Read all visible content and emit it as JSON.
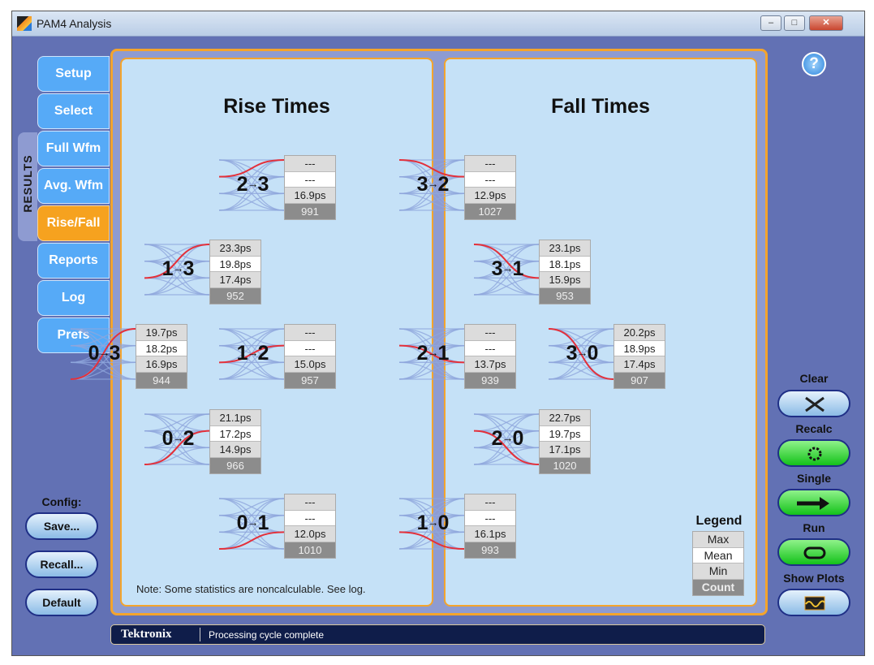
{
  "window": {
    "title": "PAM4 Analysis",
    "minimize": "–",
    "maximize": "□",
    "close": "✕"
  },
  "results_label": "RESULTS",
  "tabs": [
    {
      "label": "Setup"
    },
    {
      "label": "Select"
    },
    {
      "label": "Full Wfm"
    },
    {
      "label": "Avg. Wfm"
    },
    {
      "label": "Rise/Fall",
      "active": true
    },
    {
      "label": "Reports"
    },
    {
      "label": "Log"
    },
    {
      "label": "Prefs"
    }
  ],
  "rise": {
    "title": "Rise Times",
    "note": "Note: Some statistics are noncalculable. See log.",
    "cells": [
      {
        "from": 2,
        "to": 3,
        "max": "---",
        "mean": "---",
        "min": "16.9ps",
        "count": "991"
      },
      {
        "from": 1,
        "to": 3,
        "max": "23.3ps",
        "mean": "19.8ps",
        "min": "17.4ps",
        "count": "952"
      },
      {
        "from": 0,
        "to": 3,
        "max": "19.7ps",
        "mean": "18.2ps",
        "min": "16.9ps",
        "count": "944"
      },
      {
        "from": 1,
        "to": 2,
        "max": "---",
        "mean": "---",
        "min": "15.0ps",
        "count": "957"
      },
      {
        "from": 0,
        "to": 2,
        "max": "21.1ps",
        "mean": "17.2ps",
        "min": "14.9ps",
        "count": "966"
      },
      {
        "from": 0,
        "to": 1,
        "max": "---",
        "mean": "---",
        "min": "12.0ps",
        "count": "1010"
      }
    ]
  },
  "fall": {
    "title": "Fall Times",
    "cells": [
      {
        "from": 3,
        "to": 2,
        "max": "---",
        "mean": "---",
        "min": "12.9ps",
        "count": "1027"
      },
      {
        "from": 3,
        "to": 1,
        "max": "23.1ps",
        "mean": "18.1ps",
        "min": "15.9ps",
        "count": "953"
      },
      {
        "from": 2,
        "to": 1,
        "max": "---",
        "mean": "---",
        "min": "13.7ps",
        "count": "939"
      },
      {
        "from": 3,
        "to": 0,
        "max": "20.2ps",
        "mean": "18.9ps",
        "min": "17.4ps",
        "count": "907"
      },
      {
        "from": 2,
        "to": 0,
        "max": "22.7ps",
        "mean": "19.7ps",
        "min": "17.1ps",
        "count": "1020"
      },
      {
        "from": 1,
        "to": 0,
        "max": "---",
        "mean": "---",
        "min": "16.1ps",
        "count": "993"
      }
    ]
  },
  "legend": {
    "title": "Legend",
    "max": "Max",
    "mean": "Mean",
    "min": "Min",
    "count": "Count"
  },
  "arrow": "→",
  "config": {
    "label": "Config:",
    "save": "Save...",
    "recall": "Recall...",
    "default": "Default"
  },
  "controls": {
    "clear": "Clear",
    "recalc": "Recalc",
    "single": "Single",
    "run": "Run",
    "show_plots": "Show Plots"
  },
  "help": "?",
  "status": {
    "brand": "Tektronix",
    "text": "Processing cycle complete"
  },
  "colors": {
    "accent": "#f4a42c",
    "tab": "#56aaf7",
    "panel": "#c5e1f7",
    "go": "#14c21a"
  }
}
